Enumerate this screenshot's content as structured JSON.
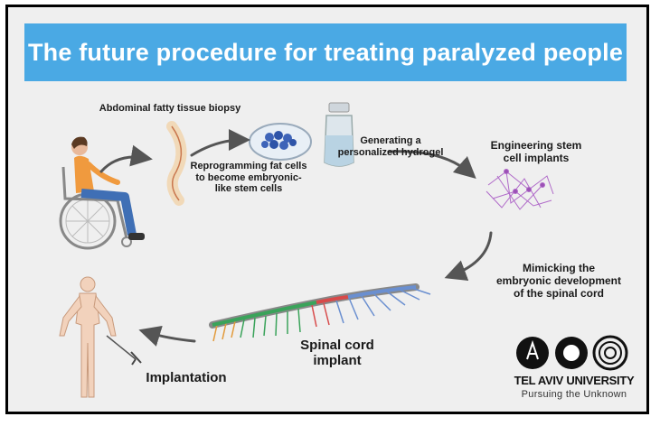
{
  "title": "The future procedure for treating paralyzed people",
  "steps": {
    "biopsy": "Abdominal fatty tissue biopsy",
    "reprogramming": "Reprogramming fat cells\nto become embryonic-\nlike stem cells",
    "hydrogel": "Generating a\npersonalized hydrogel",
    "engineering": "Engineering stem\ncell implants",
    "mimicking": "Mimicking the\nembryonic development\nof the spinal cord",
    "spinal_implant": "Spinal cord\nimplant",
    "implantation": "Implantation"
  },
  "logo": {
    "name": "TEL AVIV UNIVERSITY",
    "tagline": "Pursuing the Unknown"
  },
  "colors": {
    "banner": "#4aa9e4",
    "arrow": "#555555",
    "spine_green": "#3aa35a",
    "spine_red": "#d84a4a",
    "spine_blue": "#6a8fd0",
    "spine_orange": "#e29a3a"
  },
  "icons": [
    "wheelchair-person-icon",
    "fat-tissue-icon",
    "petri-dish-icon",
    "vial-icon",
    "stem-cell-network-icon",
    "spinal-cord-implant-icon",
    "human-body-icon",
    "tau-logo-icon"
  ]
}
